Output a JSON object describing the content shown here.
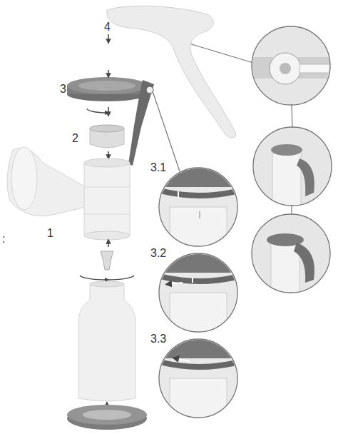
{
  "diagram": {
    "labels": [
      "4",
      "3",
      "2",
      "3.1",
      ":",
      "1",
      "3.2",
      "3.3"
    ]
  }
}
